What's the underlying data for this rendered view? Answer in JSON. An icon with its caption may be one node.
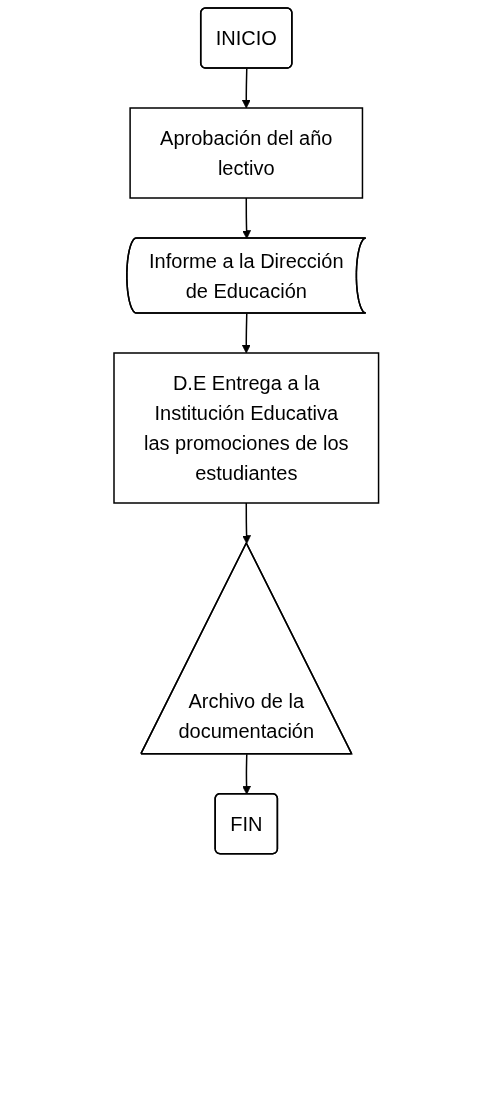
{
  "diagram": {
    "nodes": [
      {
        "text": [
          "INICIO"
        ]
      },
      {
        "text": [
          "Aprobación del año lectivo"
        ]
      },
      {
        "text": [
          "Informe a la Dirección de Educación"
        ]
      },
      {
        "text": [
          "D.E Entrega a la Institución Educativa las promociones de los estudiantes"
        ]
      },
      {
        "text": [
          "Archivo de la documentación"
        ]
      },
      {
        "text": [
          "FIN"
        ]
      }
    ],
    "edges": [
      {
        "from": 0,
        "to": 1,
        "arrow": "to"
      },
      {
        "from": 1,
        "to": 2,
        "arrow": "to"
      },
      {
        "from": 2,
        "to": 3,
        "arrow": "to"
      },
      {
        "from": 3,
        "to": 4,
        "arrow": "to"
      },
      {
        "from": 4,
        "to": 5,
        "arrow": "to"
      }
    ]
  }
}
